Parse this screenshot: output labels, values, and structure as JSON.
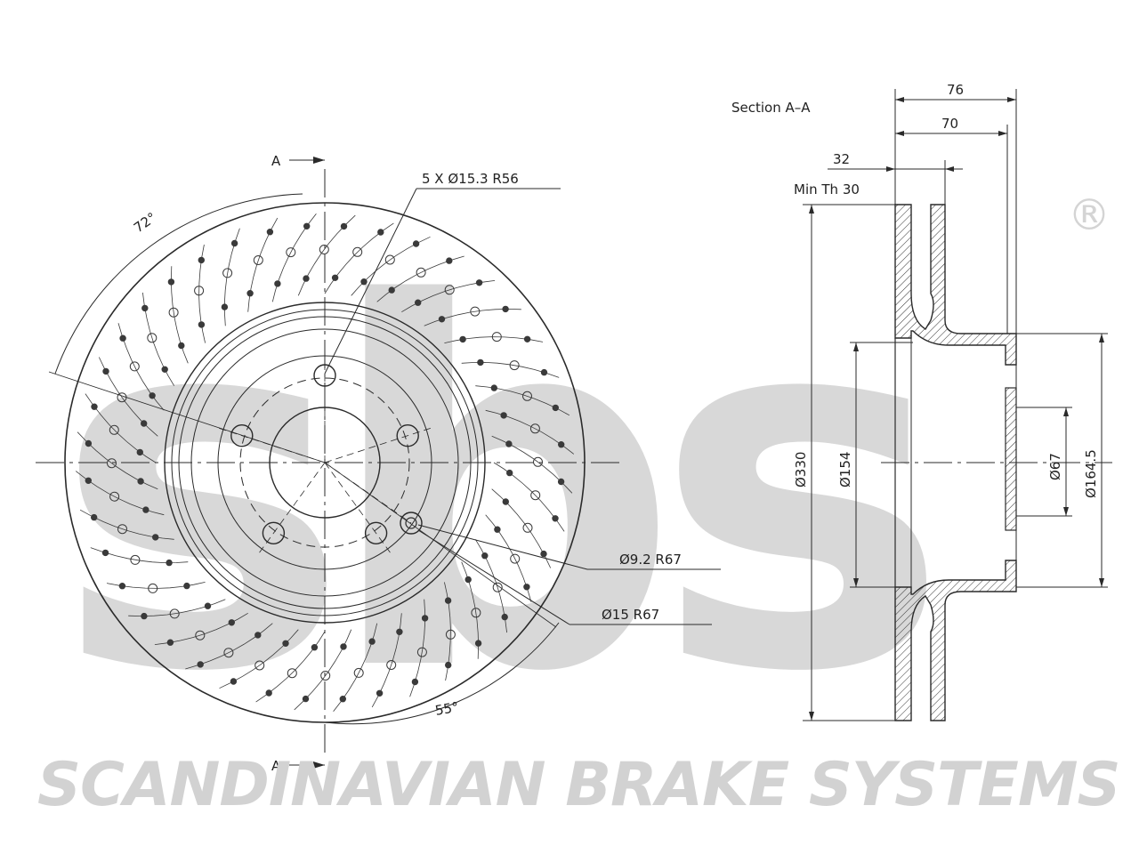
{
  "brand": {
    "logo_text": "sbs",
    "registered_mark": "®",
    "tagline": "SCANDINAVIAN BRAKE SYSTEMS",
    "watermark_color": "#d4d4d4"
  },
  "front_view": {
    "section_marker_top": "A",
    "section_marker_bottom": "A",
    "angle_top": "72°",
    "angle_bottom": "55°",
    "bolt_pattern_label": "5 X Ø15.3 R56",
    "small_hole_label": "Ø9.2 R67",
    "large_hole_label": "Ø15 R67"
  },
  "section_view": {
    "title": "Section A–A",
    "dim_overall_width": "76",
    "dim_hat_width": "70",
    "dim_disc_thickness": "32",
    "min_thickness": "Min Th 30",
    "dia_outer": "Ø330",
    "dia_inner": "Ø154",
    "dia_center_bore": "Ø67",
    "dia_hat": "Ø164.5"
  },
  "colors": {
    "line": "#2a2a2a",
    "watermark": "#d4d4d4"
  }
}
